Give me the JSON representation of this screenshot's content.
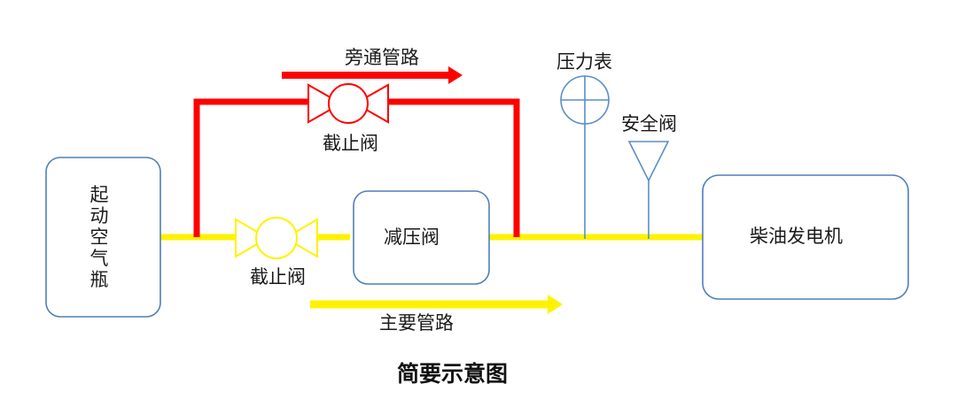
{
  "diagram": {
    "title": "简要示意图",
    "bypass_line_label": "旁通管路",
    "main_line_label": "主要管路",
    "bypass_valve_label": "截止阀",
    "main_valve_label": "截止阀",
    "air_bottle_label": "起动空气瓶",
    "reducer_label": "减压阀",
    "gauge_label": "压力表",
    "safety_valve_label": "安全阀",
    "generator_label": "柴油发电机"
  },
  "colors": {
    "main_pipe": "#FFF200",
    "bypass_pipe": "#FF0000",
    "box_outline": "#4F7FB8",
    "instrument": "#5B8EC6"
  }
}
